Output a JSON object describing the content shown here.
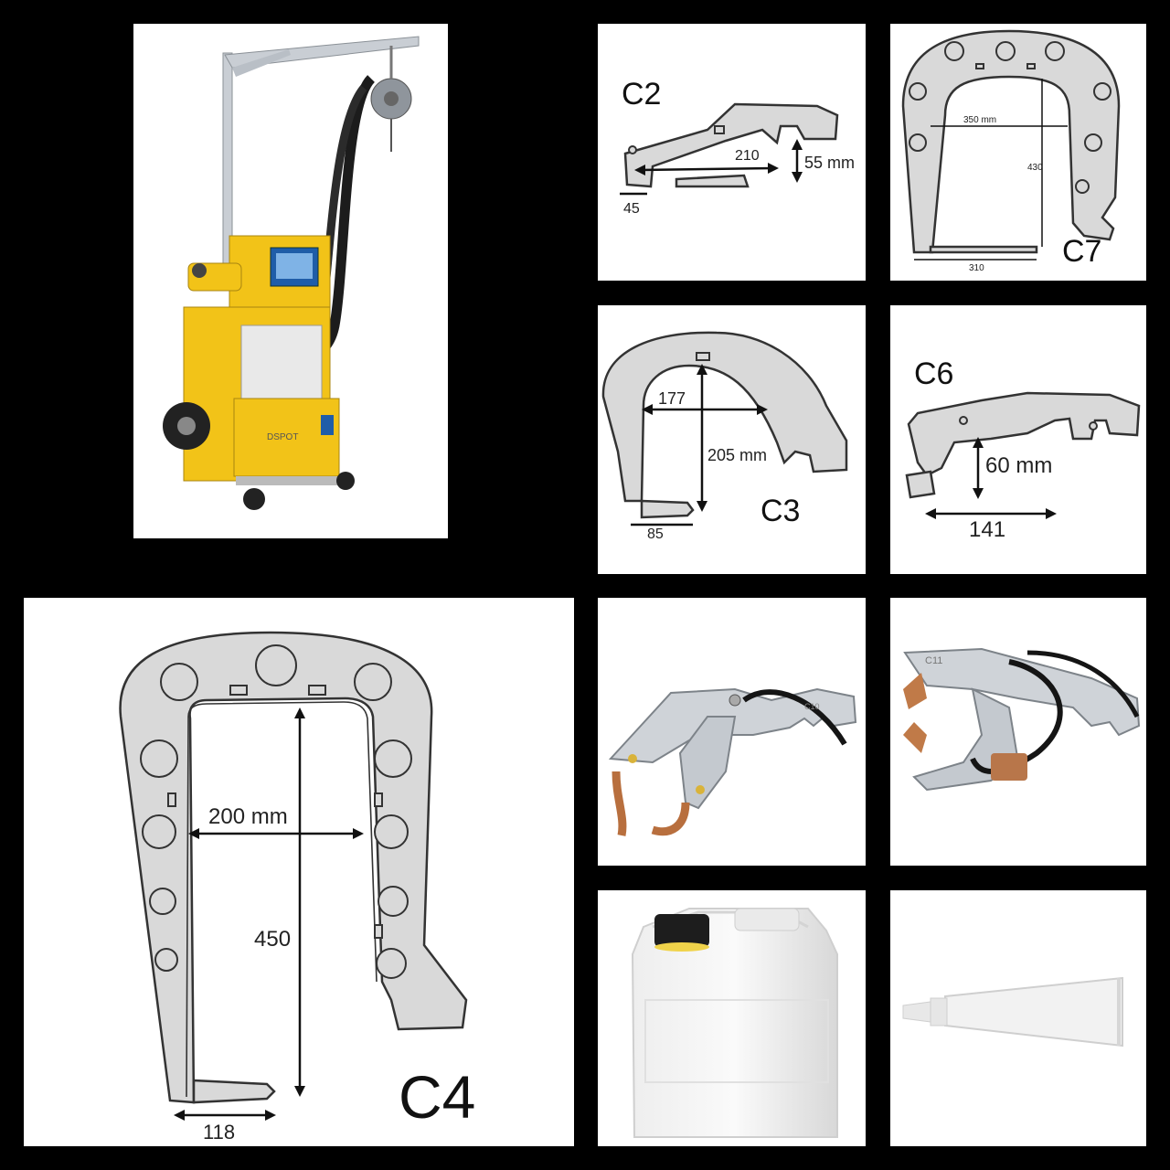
{
  "panels": {
    "machine": {
      "brand": "DSPOT"
    },
    "c2": {
      "title": "C2",
      "dim_depth": "210",
      "dim_height": "55 mm",
      "dim_tip": "45"
    },
    "c7": {
      "title": "C7",
      "dim_width": "350 mm",
      "dim_depth": "430",
      "dim_tip": "310"
    },
    "c3": {
      "title": "C3",
      "dim_width": "177",
      "dim_depth": "205 mm",
      "dim_tip": "85"
    },
    "c6": {
      "title": "C6",
      "dim_height": "60 mm",
      "dim_width": "141"
    },
    "c4": {
      "title": "C4",
      "dim_width": "200 mm",
      "dim_depth": "450",
      "dim_tip": "118"
    },
    "tong1": {
      "engraving": "C10"
    },
    "tong2": {
      "engraving": "C11"
    }
  }
}
